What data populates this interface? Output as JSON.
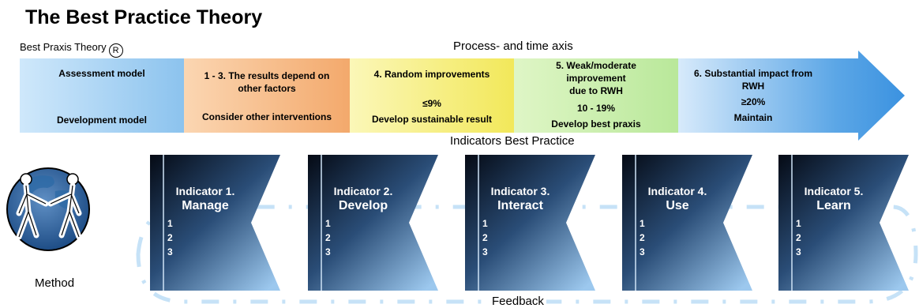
{
  "title": "The Best Practice Theory",
  "subtitle": "Best Praxis Theory",
  "registered_symbol": "R",
  "axis_label": "Process- and time axis",
  "indicators_heading": "Indicators Best Practice",
  "feedback_label": "Feedback",
  "method_label": "Method",
  "bands": [
    {
      "lines": [
        "Assessment model",
        "Development model"
      ],
      "color": "#8fc6ee"
    },
    {
      "lines": [
        "1 - 3. The results depend on",
        "other factors",
        "Consider other interventions"
      ],
      "color": "#f2a86a"
    },
    {
      "lines": [
        "4. Random improvements",
        "≤9%",
        "Develop sustainable result"
      ],
      "color": "#f3ea60"
    },
    {
      "lines": [
        "5. Weak/moderate",
        "improvement",
        "due to RWH",
        "10 - 19%",
        "Develop best praxis"
      ],
      "color": "#bde99a"
    },
    {
      "lines": [
        "6. Substantial impact from",
        "RWH",
        "≥20%",
        "Maintain"
      ],
      "color": "#6aaee8"
    }
  ],
  "indicators": [
    {
      "name": "Indicator 1.",
      "sub": "Manage",
      "n1": "1",
      "n2": "2",
      "n3": "3"
    },
    {
      "name": "Indicator 2.",
      "sub": "Develop",
      "n1": "1",
      "n2": "2",
      "n3": "3"
    },
    {
      "name": "Indicator 3.",
      "sub": "Interact",
      "n1": "1",
      "n2": "2",
      "n3": "3"
    },
    {
      "name": "Indicator 4.",
      "sub": "Use",
      "n1": "1",
      "n2": "2",
      "n3": "3"
    },
    {
      "name": "Indicator 5.",
      "sub": "Learn",
      "n1": "1",
      "n2": "2",
      "n3": "3"
    }
  ]
}
